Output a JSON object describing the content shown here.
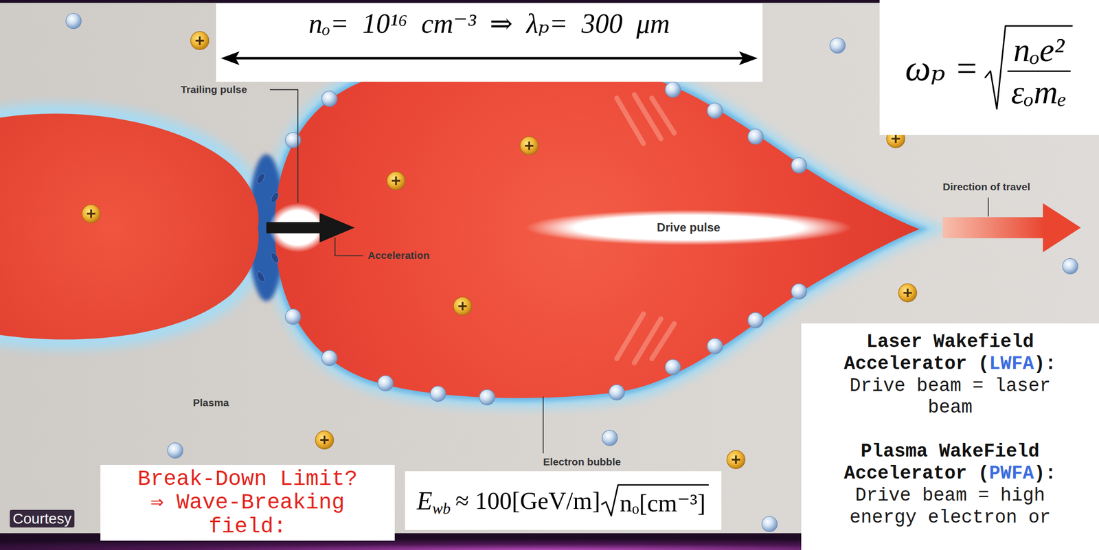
{
  "diagram": {
    "nodes": [
      {
        "text": [
          "nₒ= 10¹⁶ cm⁻³ ⇒ λₚ= 300 μm"
        ]
      },
      {
        "text": [
          "ωₚ =",
          "nₒe²",
          "εₒmₑ"
        ]
      },
      {
        "text": [
          "Drive pulse"
        ]
      },
      {
        "text": [
          "Laser Wakefield Accelerator (",
          "LWFA",
          "):",
          "Drive beam = laser beam",
          "Plasma WakeField Accelerator (",
          "PWFA",
          "):",
          "Drive beam = high energy electron or"
        ]
      },
      {
        "text": [
          "Break-Down Limit? ⇒ Wave-Breaking field:"
        ]
      },
      {
        "text": [
          "E",
          "wb",
          "≈ 100[GeV/m]",
          "nₒ[cm⁻³]"
        ]
      }
    ],
    "labels": [
      "Trailing pulse",
      "Acceleration",
      "Direction of travel",
      "Plasma",
      "Electron bubble",
      "Courtesy"
    ]
  }
}
